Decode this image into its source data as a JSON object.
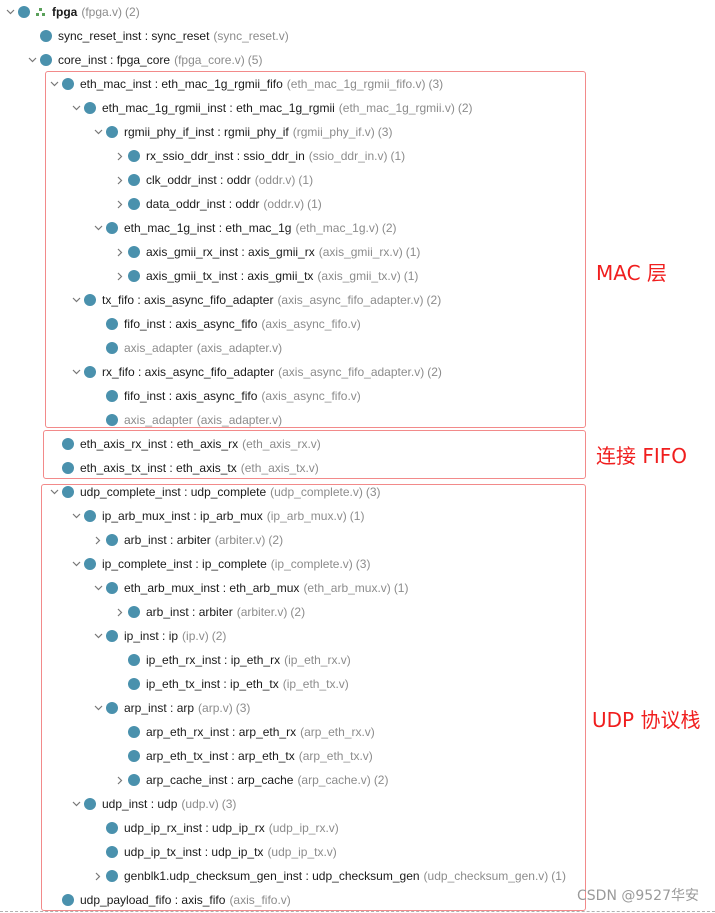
{
  "tree": {
    "rows": [
      {
        "indent": 0,
        "chevron": "down",
        "icon": "hierarchy",
        "name": "fpga",
        "file": "(fpga.v)",
        "count": "(2)",
        "bold": true
      },
      {
        "indent": 1,
        "chevron": "none",
        "name": "sync_reset_inst : sync_reset",
        "file": "(sync_reset.v)",
        "count": ""
      },
      {
        "indent": 1,
        "chevron": "down",
        "name": "core_inst : fpga_core",
        "file": "(fpga_core.v)",
        "count": "(5)"
      },
      {
        "indent": 2,
        "chevron": "down",
        "name": "eth_mac_inst : eth_mac_1g_rgmii_fifo",
        "file": "(eth_mac_1g_rgmii_fifo.v)",
        "count": "(3)"
      },
      {
        "indent": 3,
        "chevron": "down",
        "name": "eth_mac_1g_rgmii_inst : eth_mac_1g_rgmii",
        "file": "(eth_mac_1g_rgmii.v)",
        "count": "(2)"
      },
      {
        "indent": 4,
        "chevron": "down",
        "name": "rgmii_phy_if_inst : rgmii_phy_if",
        "file": "(rgmii_phy_if.v)",
        "count": "(3)"
      },
      {
        "indent": 5,
        "chevron": "right",
        "name": "rx_ssio_ddr_inst : ssio_ddr_in",
        "file": "(ssio_ddr_in.v)",
        "count": "(1)"
      },
      {
        "indent": 5,
        "chevron": "right",
        "name": "clk_oddr_inst : oddr",
        "file": "(oddr.v)",
        "count": "(1)"
      },
      {
        "indent": 5,
        "chevron": "right",
        "name": "data_oddr_inst : oddr",
        "file": "(oddr.v)",
        "count": "(1)"
      },
      {
        "indent": 4,
        "chevron": "down",
        "name": "eth_mac_1g_inst : eth_mac_1g",
        "file": "(eth_mac_1g.v)",
        "count": "(2)"
      },
      {
        "indent": 5,
        "chevron": "right",
        "name": "axis_gmii_rx_inst : axis_gmii_rx",
        "file": "(axis_gmii_rx.v)",
        "count": "(1)"
      },
      {
        "indent": 5,
        "chevron": "right",
        "name": "axis_gmii_tx_inst : axis_gmii_tx",
        "file": "(axis_gmii_tx.v)",
        "count": "(1)"
      },
      {
        "indent": 3,
        "chevron": "down",
        "name": "tx_fifo : axis_async_fifo_adapter",
        "file": "(axis_async_fifo_adapter.v)",
        "count": "(2)"
      },
      {
        "indent": 4,
        "chevron": "none",
        "name": "fifo_inst : axis_async_fifo",
        "file": "(axis_async_fifo.v)",
        "count": ""
      },
      {
        "indent": 4,
        "chevron": "none",
        "name": "axis_adapter",
        "file": "(axis_adapter.v)",
        "count": "",
        "gray": true
      },
      {
        "indent": 3,
        "chevron": "down",
        "name": "rx_fifo : axis_async_fifo_adapter",
        "file": "(axis_async_fifo_adapter.v)",
        "count": "(2)"
      },
      {
        "indent": 4,
        "chevron": "none",
        "name": "fifo_inst : axis_async_fifo",
        "file": "(axis_async_fifo.v)",
        "count": ""
      },
      {
        "indent": 4,
        "chevron": "none",
        "name": "axis_adapter",
        "file": "(axis_adapter.v)",
        "count": "",
        "gray": true
      },
      {
        "indent": 2,
        "chevron": "none",
        "name": "eth_axis_rx_inst : eth_axis_rx",
        "file": "(eth_axis_rx.v)",
        "count": ""
      },
      {
        "indent": 2,
        "chevron": "none",
        "name": "eth_axis_tx_inst : eth_axis_tx",
        "file": "(eth_axis_tx.v)",
        "count": ""
      },
      {
        "indent": 2,
        "chevron": "down",
        "name": "udp_complete_inst : udp_complete",
        "file": "(udp_complete.v)",
        "count": "(3)"
      },
      {
        "indent": 3,
        "chevron": "down",
        "name": "ip_arb_mux_inst : ip_arb_mux",
        "file": "(ip_arb_mux.v)",
        "count": "(1)"
      },
      {
        "indent": 4,
        "chevron": "right",
        "name": "arb_inst : arbiter",
        "file": "(arbiter.v)",
        "count": "(2)"
      },
      {
        "indent": 3,
        "chevron": "down",
        "name": "ip_complete_inst : ip_complete",
        "file": "(ip_complete.v)",
        "count": "(3)"
      },
      {
        "indent": 4,
        "chevron": "down",
        "name": "eth_arb_mux_inst : eth_arb_mux",
        "file": "(eth_arb_mux.v)",
        "count": "(1)"
      },
      {
        "indent": 5,
        "chevron": "right",
        "name": "arb_inst : arbiter",
        "file": "(arbiter.v)",
        "count": "(2)"
      },
      {
        "indent": 4,
        "chevron": "down",
        "name": "ip_inst : ip",
        "file": "(ip.v)",
        "count": "(2)"
      },
      {
        "indent": 5,
        "chevron": "none",
        "name": "ip_eth_rx_inst : ip_eth_rx",
        "file": "(ip_eth_rx.v)",
        "count": ""
      },
      {
        "indent": 5,
        "chevron": "none",
        "name": "ip_eth_tx_inst : ip_eth_tx",
        "file": "(ip_eth_tx.v)",
        "count": ""
      },
      {
        "indent": 4,
        "chevron": "down",
        "name": "arp_inst : arp",
        "file": "(arp.v)",
        "count": "(3)"
      },
      {
        "indent": 5,
        "chevron": "none",
        "name": "arp_eth_rx_inst : arp_eth_rx",
        "file": "(arp_eth_rx.v)",
        "count": ""
      },
      {
        "indent": 5,
        "chevron": "none",
        "name": "arp_eth_tx_inst : arp_eth_tx",
        "file": "(arp_eth_tx.v)",
        "count": ""
      },
      {
        "indent": 5,
        "chevron": "right",
        "name": "arp_cache_inst : arp_cache",
        "file": "(arp_cache.v)",
        "count": "(2)"
      },
      {
        "indent": 3,
        "chevron": "down",
        "name": "udp_inst : udp",
        "file": "(udp.v)",
        "count": "(3)"
      },
      {
        "indent": 4,
        "chevron": "none",
        "name": "udp_ip_rx_inst : udp_ip_rx",
        "file": "(udp_ip_rx.v)",
        "count": ""
      },
      {
        "indent": 4,
        "chevron": "none",
        "name": "udp_ip_tx_inst : udp_ip_tx",
        "file": "(udp_ip_tx.v)",
        "count": ""
      },
      {
        "indent": 4,
        "chevron": "right",
        "name": "genblk1.udp_checksum_gen_inst : udp_checksum_gen",
        "file": "(udp_checksum_gen.v)",
        "count": "(1)"
      },
      {
        "indent": 2,
        "chevron": "none",
        "name": "udp_payload_fifo : axis_fifo",
        "file": "(axis_fifo.v)",
        "count": ""
      }
    ]
  },
  "annotations": {
    "mac_layer": "MAC 层",
    "connect_fifo": "连接 FIFO",
    "udp_stack": "UDP 协议栈",
    "color": "#f01e1e",
    "box_color": "#f28a8a"
  },
  "watermark": "CSDN @9527华安",
  "colors": {
    "node_dot": "#4a91ad",
    "text": "#1a1a1a",
    "secondary_text": "#8c8c8c"
  }
}
